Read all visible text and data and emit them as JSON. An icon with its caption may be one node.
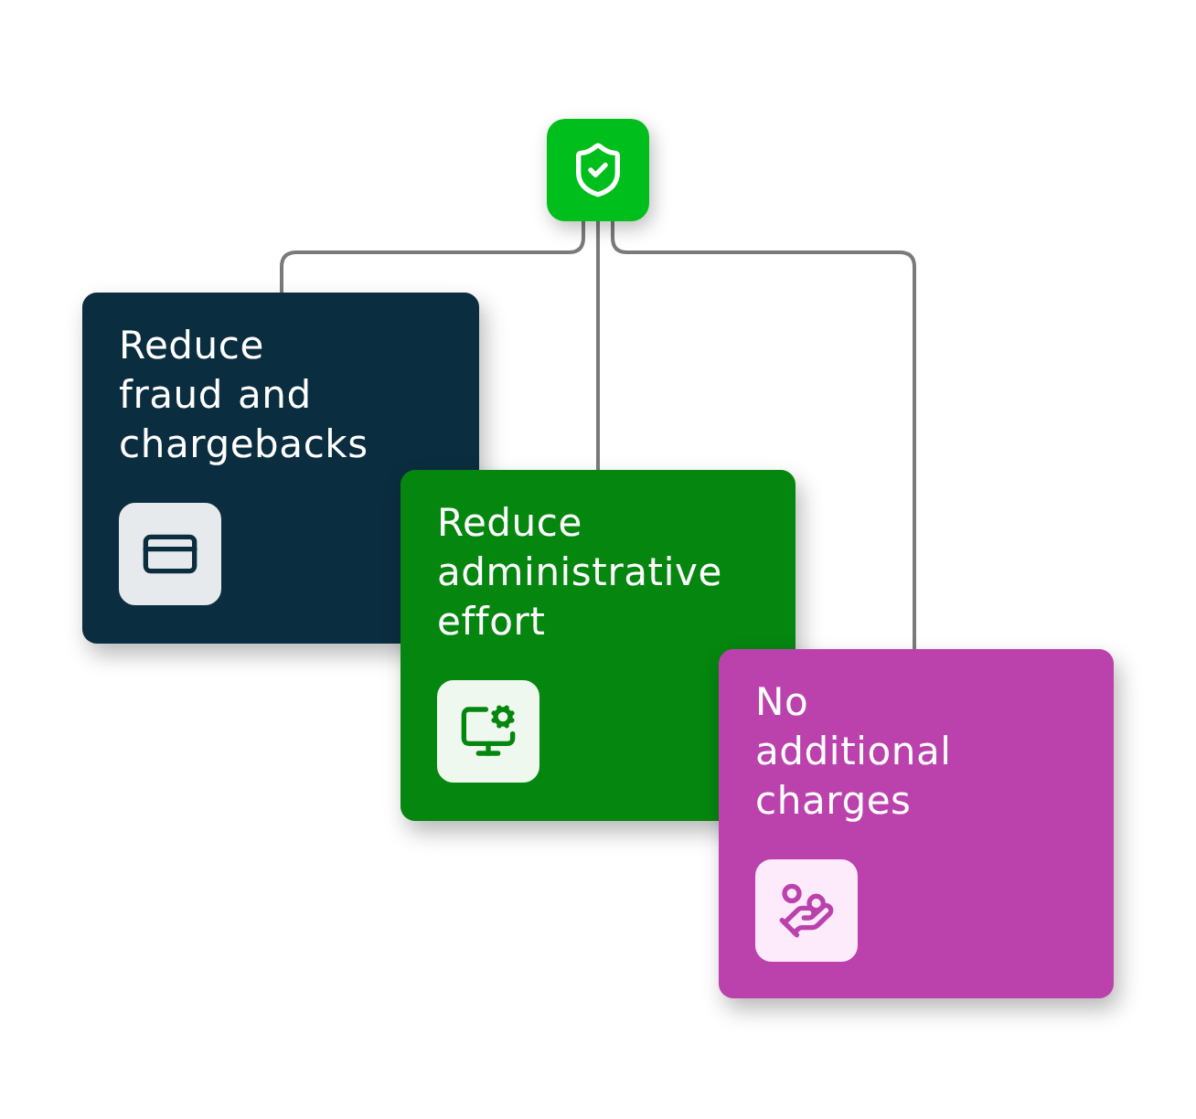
{
  "diagram": {
    "nodes": [
      {
        "text": [],
        "shape": "box"
      },
      {
        "text": [
          "Reduce fraud and chargebacks"
        ]
      },
      {
        "text": [
          "Reduce administrative effort"
        ]
      },
      {
        "text": [
          "No additional charges"
        ]
      }
    ],
    "edges": [
      {
        "from": 0,
        "to": 1,
        "arrow": "none"
      },
      {
        "from": 0,
        "to": 2,
        "arrow": "none"
      },
      {
        "from": 0,
        "to": 3,
        "arrow": "none"
      }
    ]
  }
}
